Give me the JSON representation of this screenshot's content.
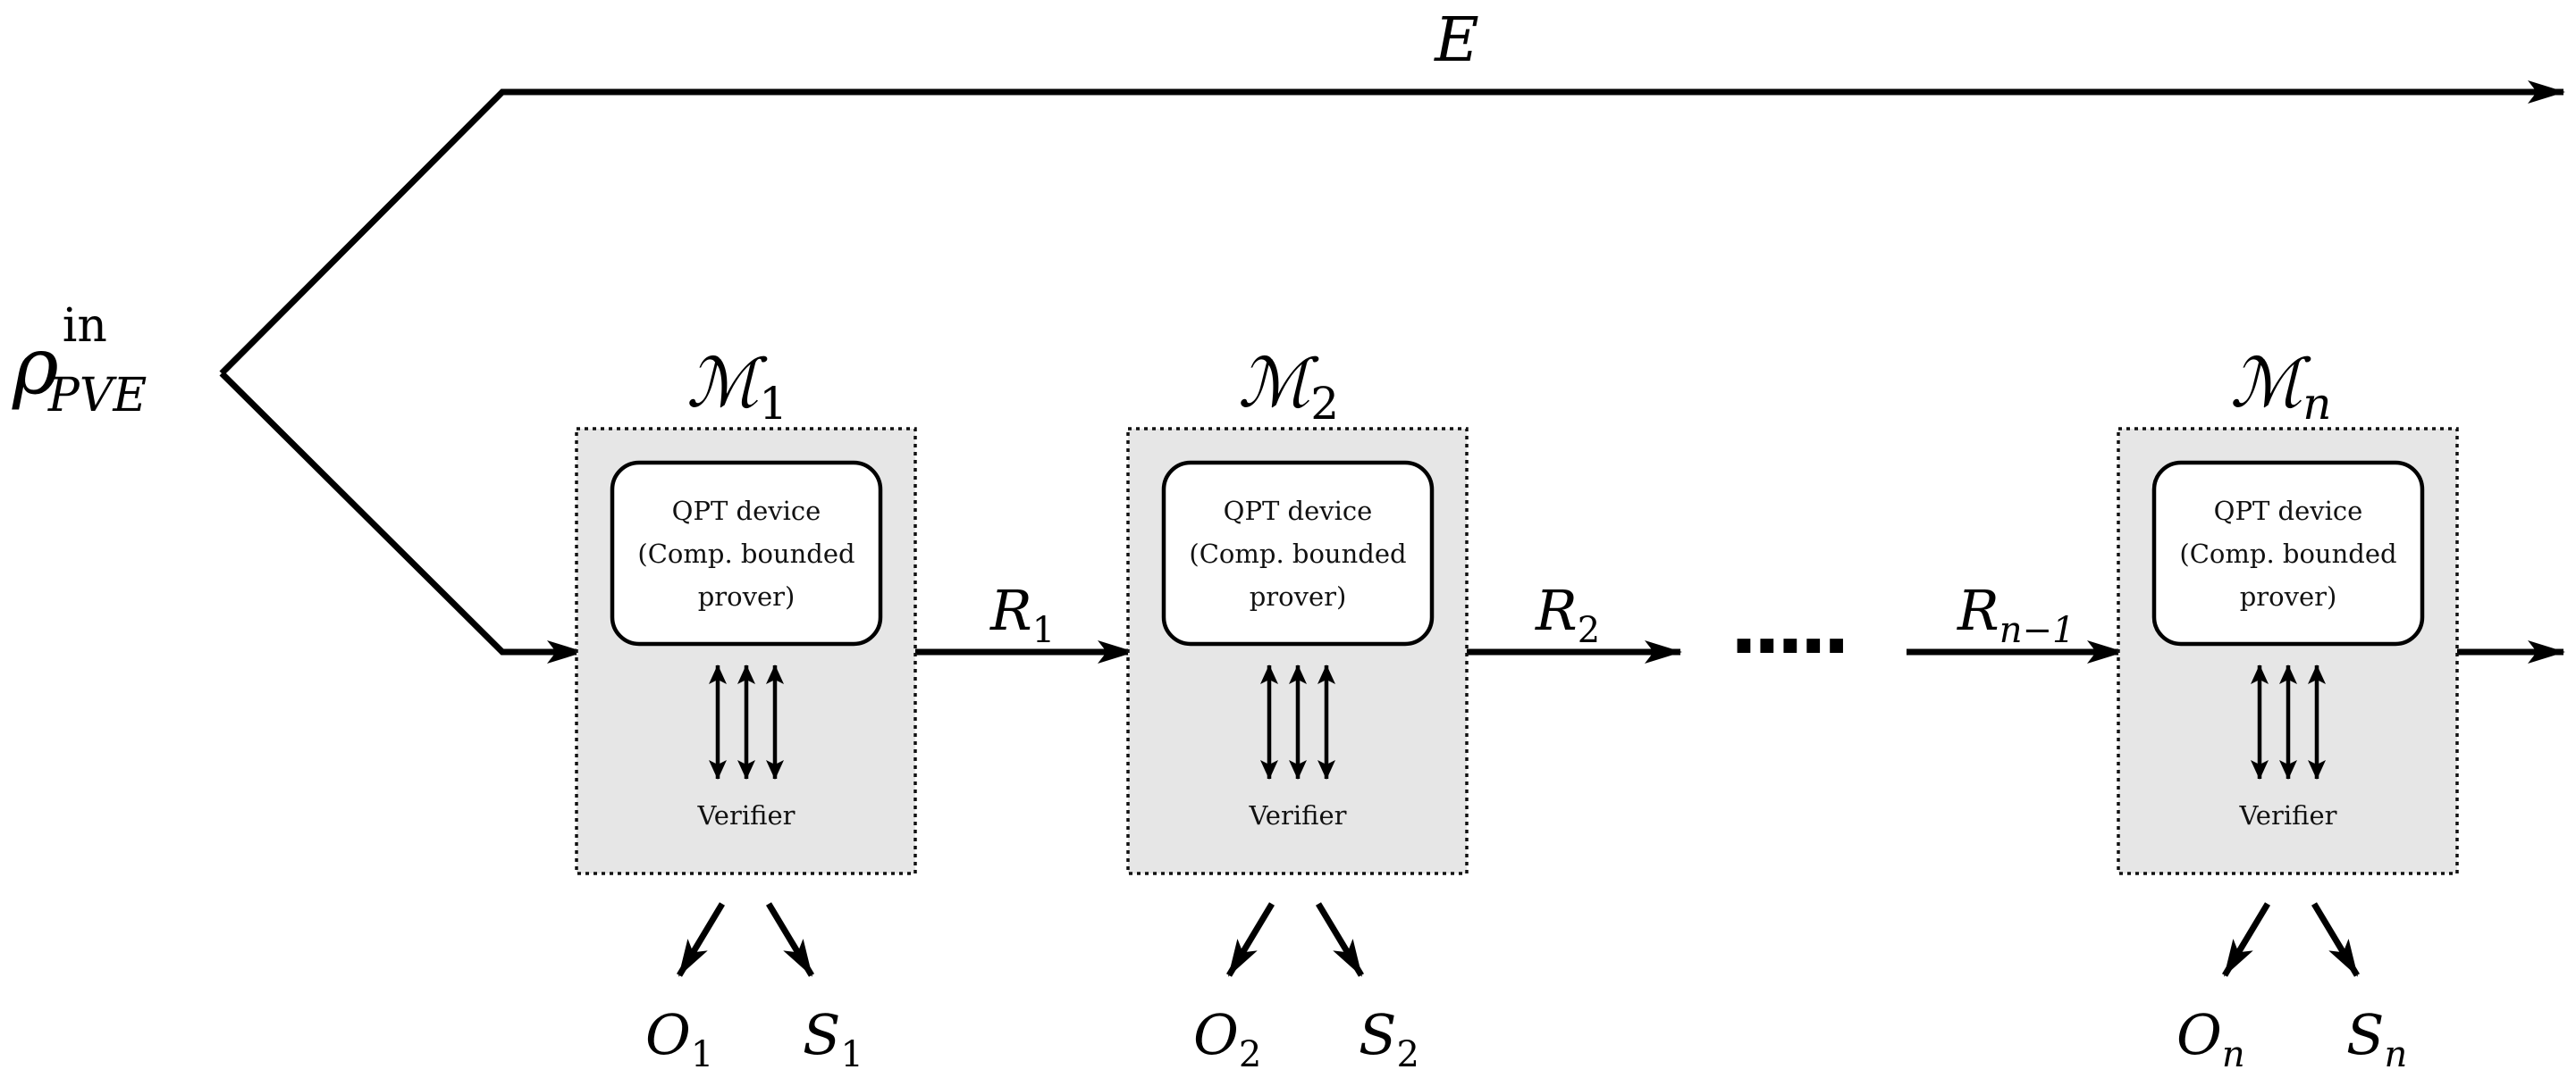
{
  "input_state": {
    "symbol": "ρ",
    "superscript": "in",
    "subscript": "PVE"
  },
  "environment": {
    "label": "E"
  },
  "modules": [
    {
      "name": "M",
      "index": "1",
      "device_line1": "QPT device",
      "device_line2": "(Comp. bounded",
      "device_line3": "prover)",
      "verifier": "Verifier",
      "output_o": "O",
      "output_s": "S"
    },
    {
      "name": "M",
      "index": "2",
      "device_line1": "QPT device",
      "device_line2": "(Comp. bounded",
      "device_line3": "prover)",
      "verifier": "Verifier",
      "output_o": "O",
      "output_s": "S"
    },
    {
      "name": "M",
      "index": "n",
      "device_line1": "QPT device",
      "device_line2": "(Comp. bounded",
      "device_line3": "prover)",
      "verifier": "Verifier",
      "output_o": "O",
      "output_s": "S"
    }
  ],
  "registers": [
    {
      "symbol": "R",
      "index": "1"
    },
    {
      "symbol": "R",
      "index": "2"
    },
    {
      "symbol": "R",
      "index": "n−1"
    }
  ],
  "ellipsis": "·····"
}
